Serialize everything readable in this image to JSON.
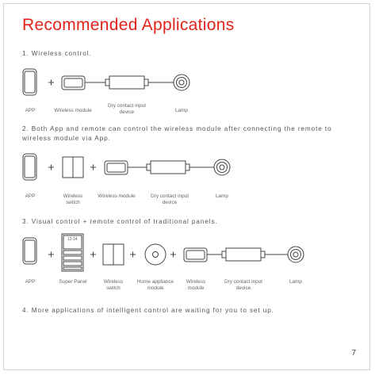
{
  "title": "Recommended  Applications",
  "page_number": "7",
  "colors": {
    "title": "#e2231a",
    "text": "#555555",
    "line": "#444444"
  },
  "sections": [
    {
      "label": "1. Wireless  control.",
      "items": [
        {
          "icon": "phone-icon",
          "label": "APP"
        },
        {
          "icon": "wireless-module-icon",
          "label": "Wireless module"
        },
        {
          "icon": "dry-contact-device-icon",
          "label": "Dry contact input device"
        },
        {
          "icon": "lamp-icon",
          "label": "Lamp"
        }
      ]
    },
    {
      "label": "2. Both  App and  remote  can  control  the  wireless  module  after  connecting  the  remote  to  wireless  module  via  App.",
      "items": [
        {
          "icon": "phone-icon",
          "label": "APP"
        },
        {
          "icon": "wireless-switch-icon",
          "label": "Wireless switch"
        },
        {
          "icon": "wireless-module-icon",
          "label": "Wireless module"
        },
        {
          "icon": "dry-contact-device-icon",
          "label": "Dry contact input device"
        },
        {
          "icon": "lamp-icon",
          "label": "Lamp"
        }
      ]
    },
    {
      "label": "3. Visual  control + remote  control  of  traditional  panels.",
      "items": [
        {
          "icon": "phone-icon",
          "label": "APP"
        },
        {
          "icon": "super-panel-icon",
          "label": "Super Panel",
          "screen_text": "13:14"
        },
        {
          "icon": "wireless-switch-icon",
          "label": "Wireless switch"
        },
        {
          "icon": "home-appliance-module-icon",
          "label": "Home appliance module"
        },
        {
          "icon": "wireless-module-icon",
          "label": "Wireless module"
        },
        {
          "icon": "dry-contact-device-icon",
          "label": "Dry contact input device"
        },
        {
          "icon": "lamp-icon",
          "label": "Lamp"
        }
      ]
    },
    {
      "label": "4. More  applications  of  intelligent  control  are  waiting  for  you  to  set  up."
    }
  ]
}
